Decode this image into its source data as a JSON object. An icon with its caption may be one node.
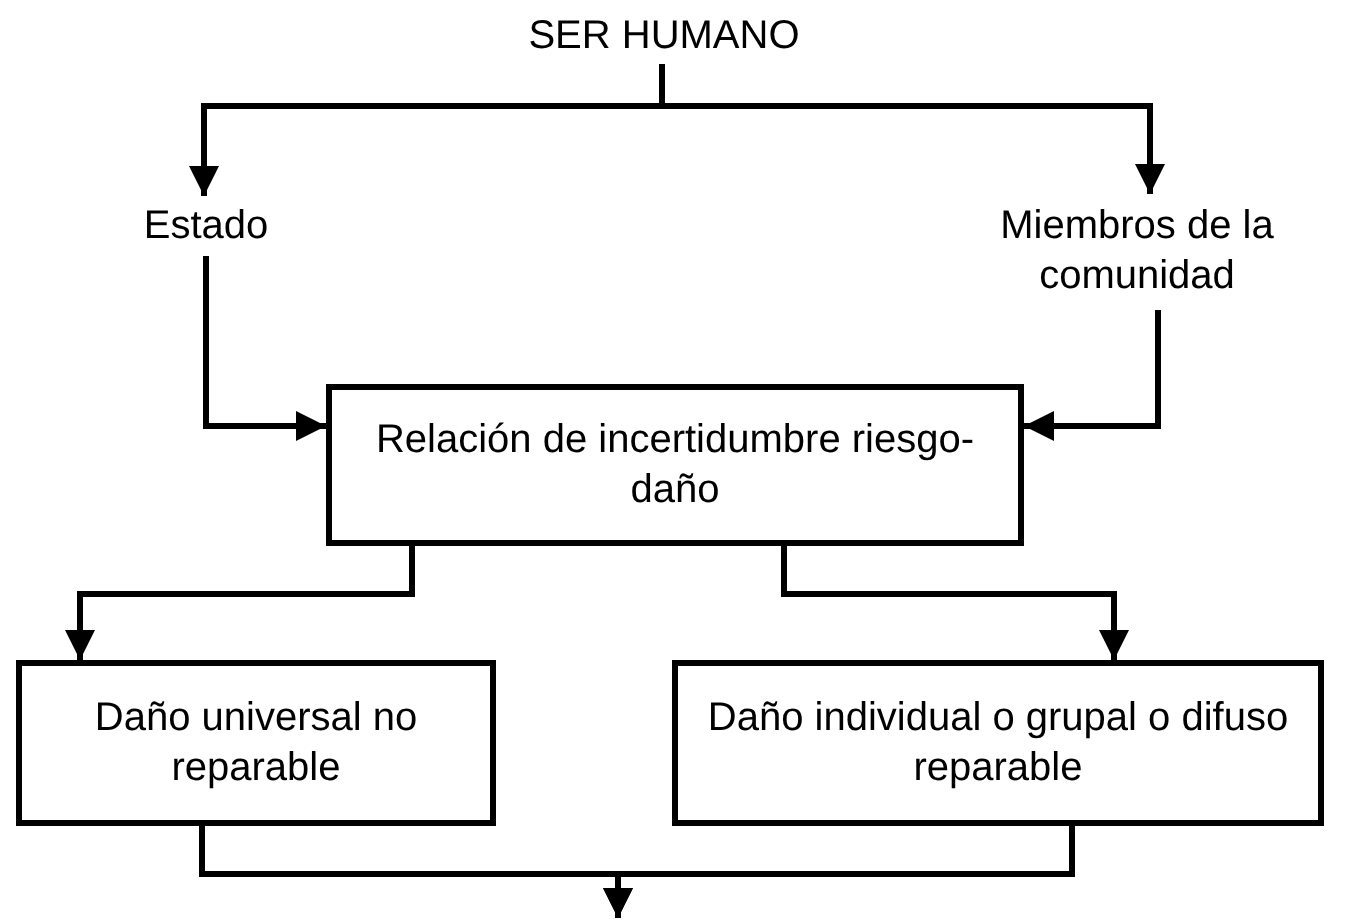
{
  "diagram": {
    "nodes": [
      {
        "text": [
          "SER HUMANO"
        ]
      },
      {
        "text": [
          "Estado"
        ]
      },
      {
        "text": [
          "Miembros de la comunidad"
        ]
      },
      {
        "text": [
          "Relación de incertidumbre riesgo-daño"
        ]
      },
      {
        "text": [
          "Daño universal no reparable"
        ]
      },
      {
        "text": [
          "Daño individual o grupal o difuso reparable"
        ]
      }
    ],
    "edges": [
      {
        "from": 0,
        "to": 1,
        "arrow": "to"
      },
      {
        "from": 0,
        "to": 2,
        "arrow": "to"
      },
      {
        "from": 1,
        "to": 3,
        "arrow": "to"
      },
      {
        "from": 2,
        "to": 3,
        "arrow": "to"
      },
      {
        "from": 3,
        "to": 4,
        "arrow": "to"
      },
      {
        "from": 3,
        "to": 5,
        "arrow": "to"
      },
      {
        "from": 4,
        "to": null,
        "arrow": "to"
      },
      {
        "from": 5,
        "to": null,
        "arrow": "to"
      }
    ]
  }
}
